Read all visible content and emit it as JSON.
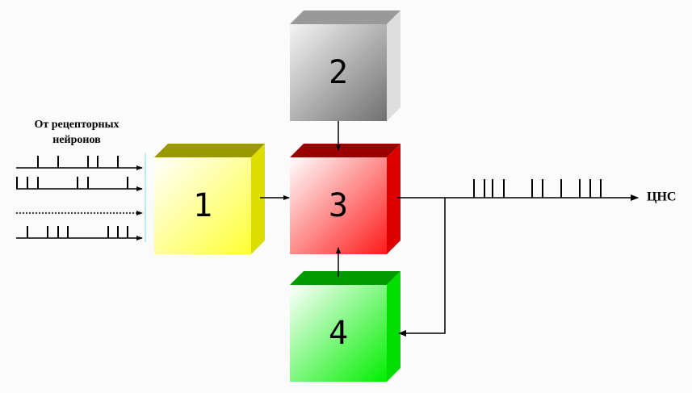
{
  "input_label": [
    "От рецепторных",
    "нейронов"
  ],
  "output_label": "ЦНС",
  "blocks": [
    {
      "id": "1",
      "label": "1",
      "color": "#ffff33"
    },
    {
      "id": "2",
      "label": "2",
      "color": "#707070"
    },
    {
      "id": "3",
      "label": "3",
      "color": "#ff2020"
    },
    {
      "id": "4",
      "label": "4",
      "color": "#00ee00"
    }
  ]
}
